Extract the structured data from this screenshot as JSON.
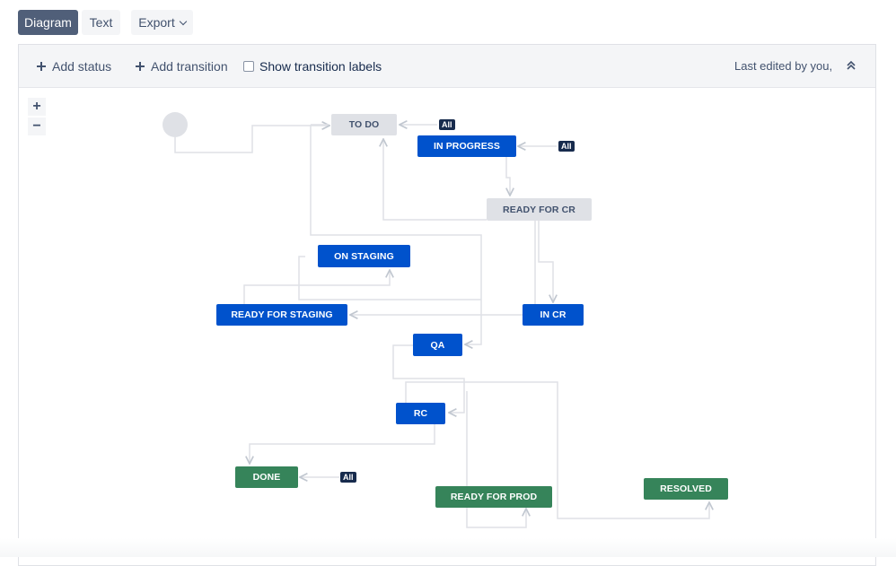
{
  "tabs": {
    "diagram": "Diagram",
    "text": "Text",
    "export": "Export"
  },
  "toolbar": {
    "add_status": "Add status",
    "add_transition": "Add transition",
    "show_labels": "Show transition labels",
    "last_edited": "Last edited by you,"
  },
  "zoom": {
    "in": "+",
    "out": "−"
  },
  "statuses": {
    "todo": "TO DO",
    "in_progress": "IN PROGRESS",
    "ready_for_cr": "READY FOR CR",
    "on_staging": "ON STAGING",
    "ready_for_staging": "READY FOR STAGING",
    "in_cr": "IN CR",
    "qa": "QA",
    "rc": "RC",
    "done": "DONE",
    "ready_for_prod": "READY FOR PROD",
    "resolved": "RESOLVED"
  },
  "global_badge": "All",
  "colors": {
    "todo": "#dfe1e6",
    "in_progress": "#0052cc",
    "done": "#36845a",
    "badge": "#172b4d",
    "line": "#dfe1e6"
  }
}
